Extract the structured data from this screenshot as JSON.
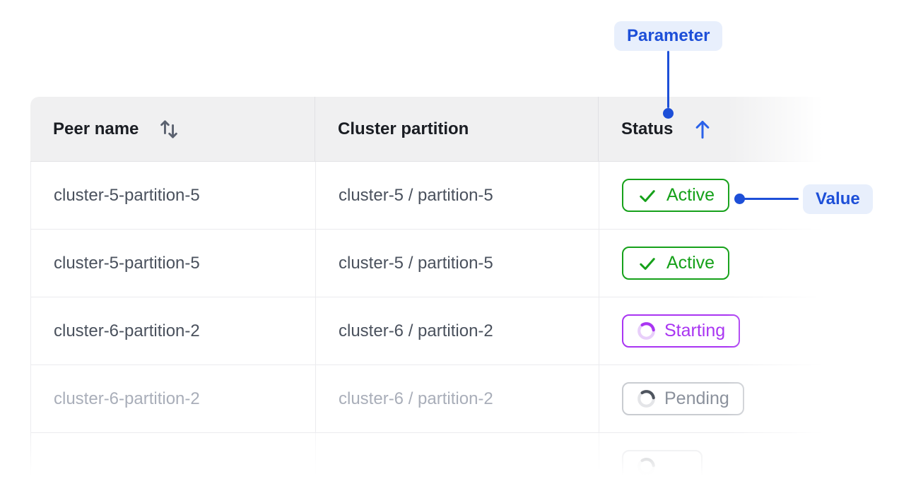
{
  "annotations": {
    "parameter_label": "Parameter",
    "value_label": "Value",
    "accent_color": "#1d4fd8",
    "badge_bg": "#e8effc"
  },
  "table": {
    "columns": [
      {
        "label": "Peer name",
        "sortable": true,
        "sort_state": "unsorted"
      },
      {
        "label": "Cluster partition",
        "sortable": false,
        "sort_state": "none"
      },
      {
        "label": "Status",
        "sortable": true,
        "sort_state": "ascending"
      }
    ],
    "rows": [
      {
        "peer_name": "cluster-5-partition-5",
        "cluster_partition": "cluster-5 / partition-5",
        "status": "Active",
        "status_kind": "active",
        "muted": false,
        "partial": false
      },
      {
        "peer_name": "cluster-5-partition-5",
        "cluster_partition": "cluster-5 / partition-5",
        "status": "Active",
        "status_kind": "active",
        "muted": false,
        "partial": false
      },
      {
        "peer_name": "cluster-6-partition-2",
        "cluster_partition": "cluster-6 / partition-2",
        "status": "Starting",
        "status_kind": "starting",
        "muted": false,
        "partial": false
      },
      {
        "peer_name": "cluster-6-partition-2",
        "cluster_partition": "cluster-6 / partition-2",
        "status": "Pending",
        "status_kind": "pending",
        "muted": true,
        "partial": false
      },
      {
        "peer_name": "",
        "cluster_partition": "",
        "status": "",
        "status_kind": "pending",
        "muted": true,
        "partial": true
      }
    ],
    "status_colors": {
      "active": "#16a11a",
      "starting": "#a935f2",
      "pending": "#8b919c"
    },
    "icons": {
      "peer_name_header": "sort-updown-icon",
      "status_header": "sort-ascending-arrow-icon",
      "active": "check-icon",
      "starting": "spinner-icon",
      "pending": "spinner-icon"
    }
  }
}
